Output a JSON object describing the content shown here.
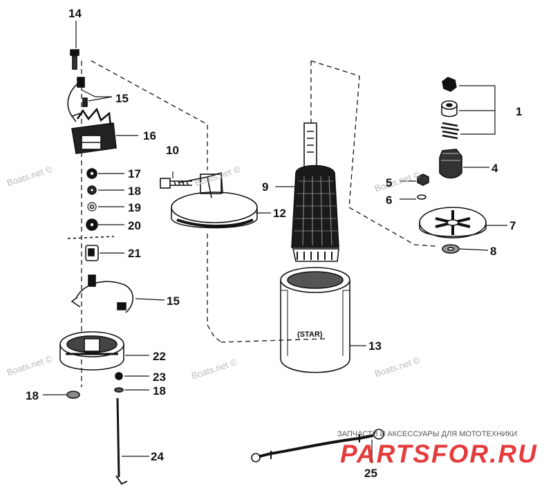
{
  "labels": {
    "p1": "1",
    "p4": "4",
    "p5": "5",
    "p6": "6",
    "p7": "7",
    "p8": "8",
    "p9": "9",
    "p10": "10",
    "p12": "12",
    "p13": "13",
    "p14": "14",
    "p15a": "15",
    "p15b": "15",
    "p16": "16",
    "p17": "17",
    "p18a": "18",
    "p19": "19",
    "p20": "20",
    "p21": "21",
    "p22": "22",
    "p23": "23",
    "p18b": "18",
    "p18c": "18",
    "p24": "24",
    "p25": "25"
  },
  "housing_text": "(STAR)",
  "watermark": "Boats.net ©",
  "brand": {
    "tagline": "ЗАПЧАСТИ И АКСЕССУАРЫ ДЛЯ МОТОТЕХНИКИ",
    "name": "PARTSFOR.RU"
  },
  "colors": {
    "line": "#111111",
    "brand": "#e01b1b",
    "watermark": "#b9b9b9"
  }
}
